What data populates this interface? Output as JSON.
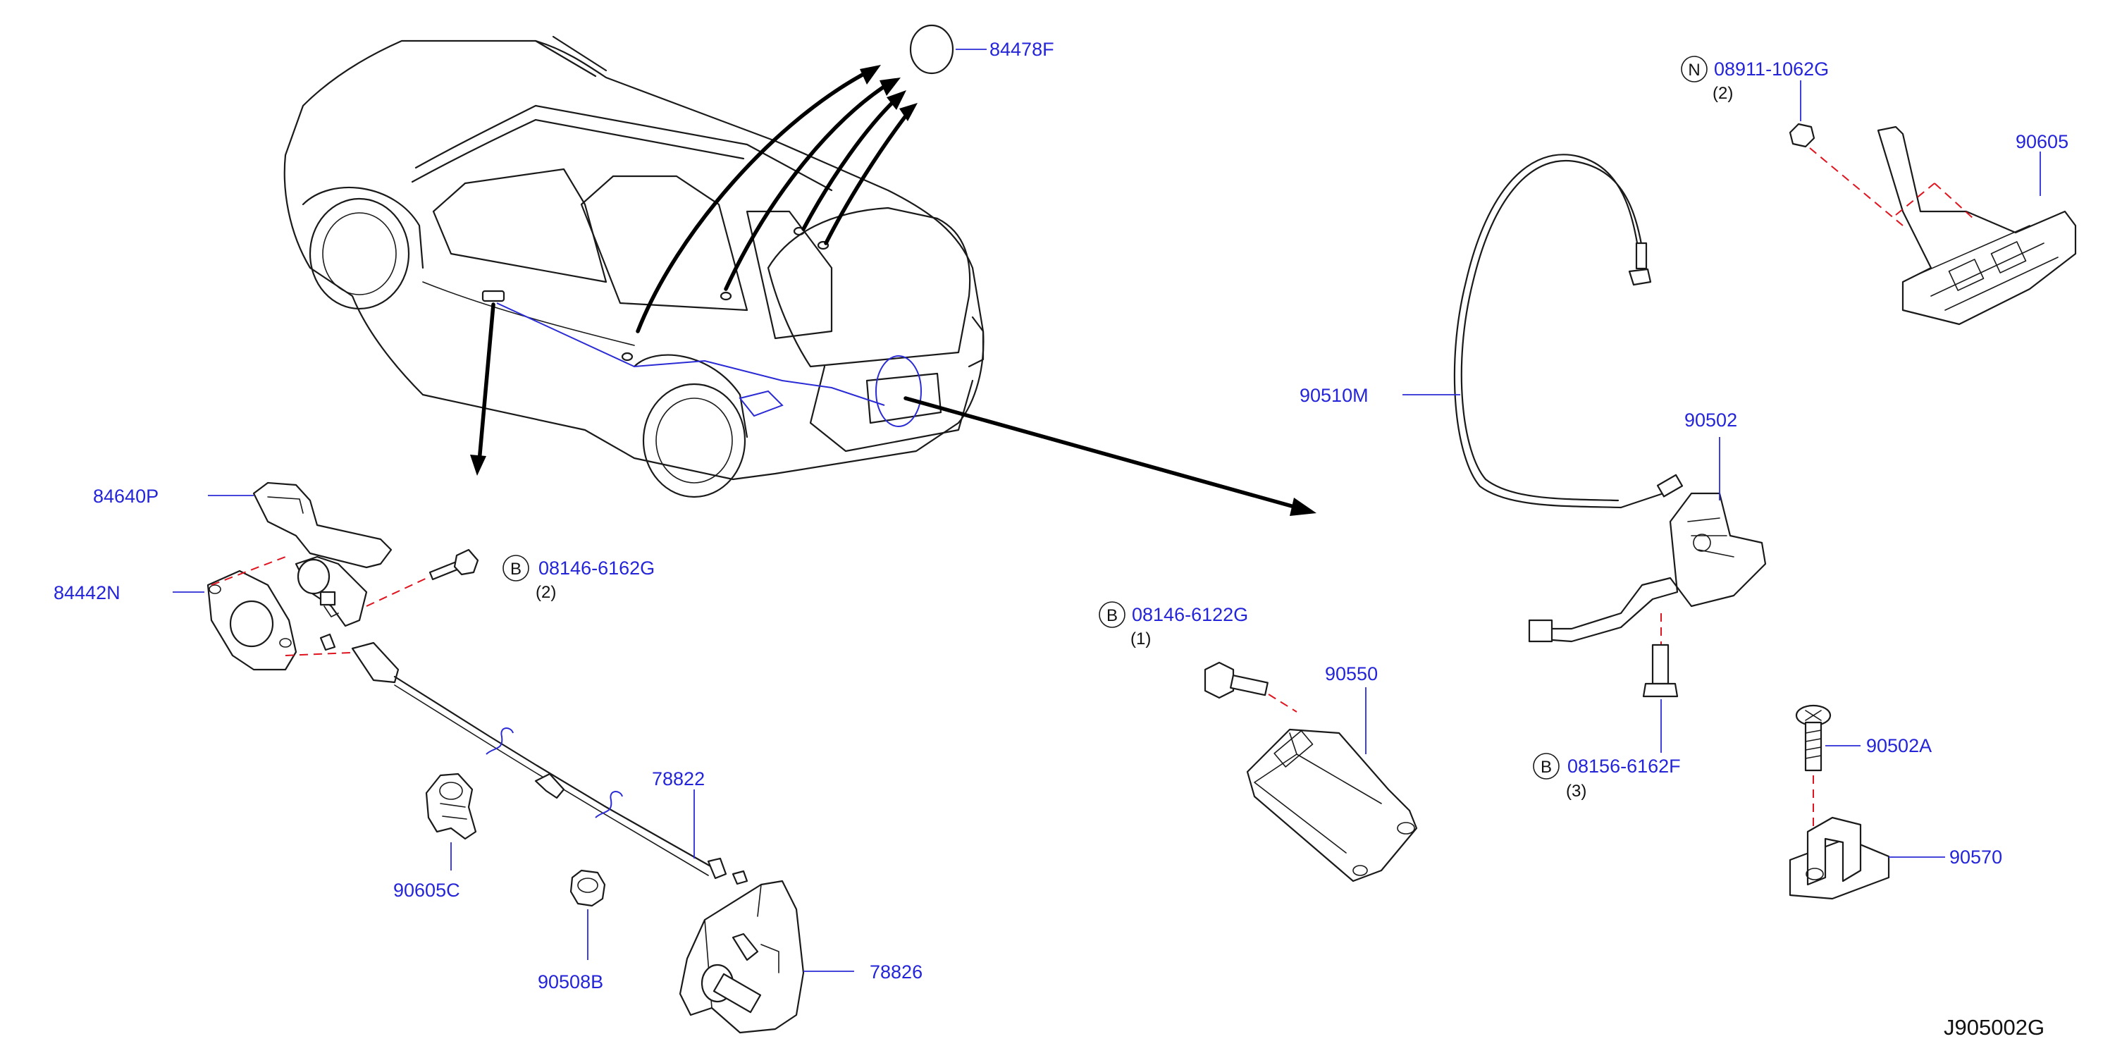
{
  "diagram_code": "J905002G",
  "parts": {
    "p84478F": "84478F",
    "p90605": "90605",
    "p90510M": "90510M",
    "p90502": "90502",
    "p84640P": "84640P",
    "p84442N": "84442N",
    "p90605C": "90605C",
    "p78822": "78822",
    "p90508B": "90508B",
    "p78826": "78826",
    "p90550": "90550",
    "p90502A": "90502A",
    "p90570": "90570"
  },
  "fasteners": {
    "f1": {
      "symbol": "N",
      "part": "08911-1062G",
      "qty": "(2)"
    },
    "f2": {
      "symbol": "B",
      "part": "08146-6162G",
      "qty": "(2)"
    },
    "f3": {
      "symbol": "B",
      "part": "08146-6122G",
      "qty": "(1)"
    },
    "f4": {
      "symbol": "B",
      "part": "08156-6162F",
      "qty": "(3)"
    }
  },
  "colors": {
    "label": "#2424d8",
    "leader": "#2b2bd6",
    "dashed_alignment": "#e0141e",
    "ink": "#1a1a1a"
  }
}
